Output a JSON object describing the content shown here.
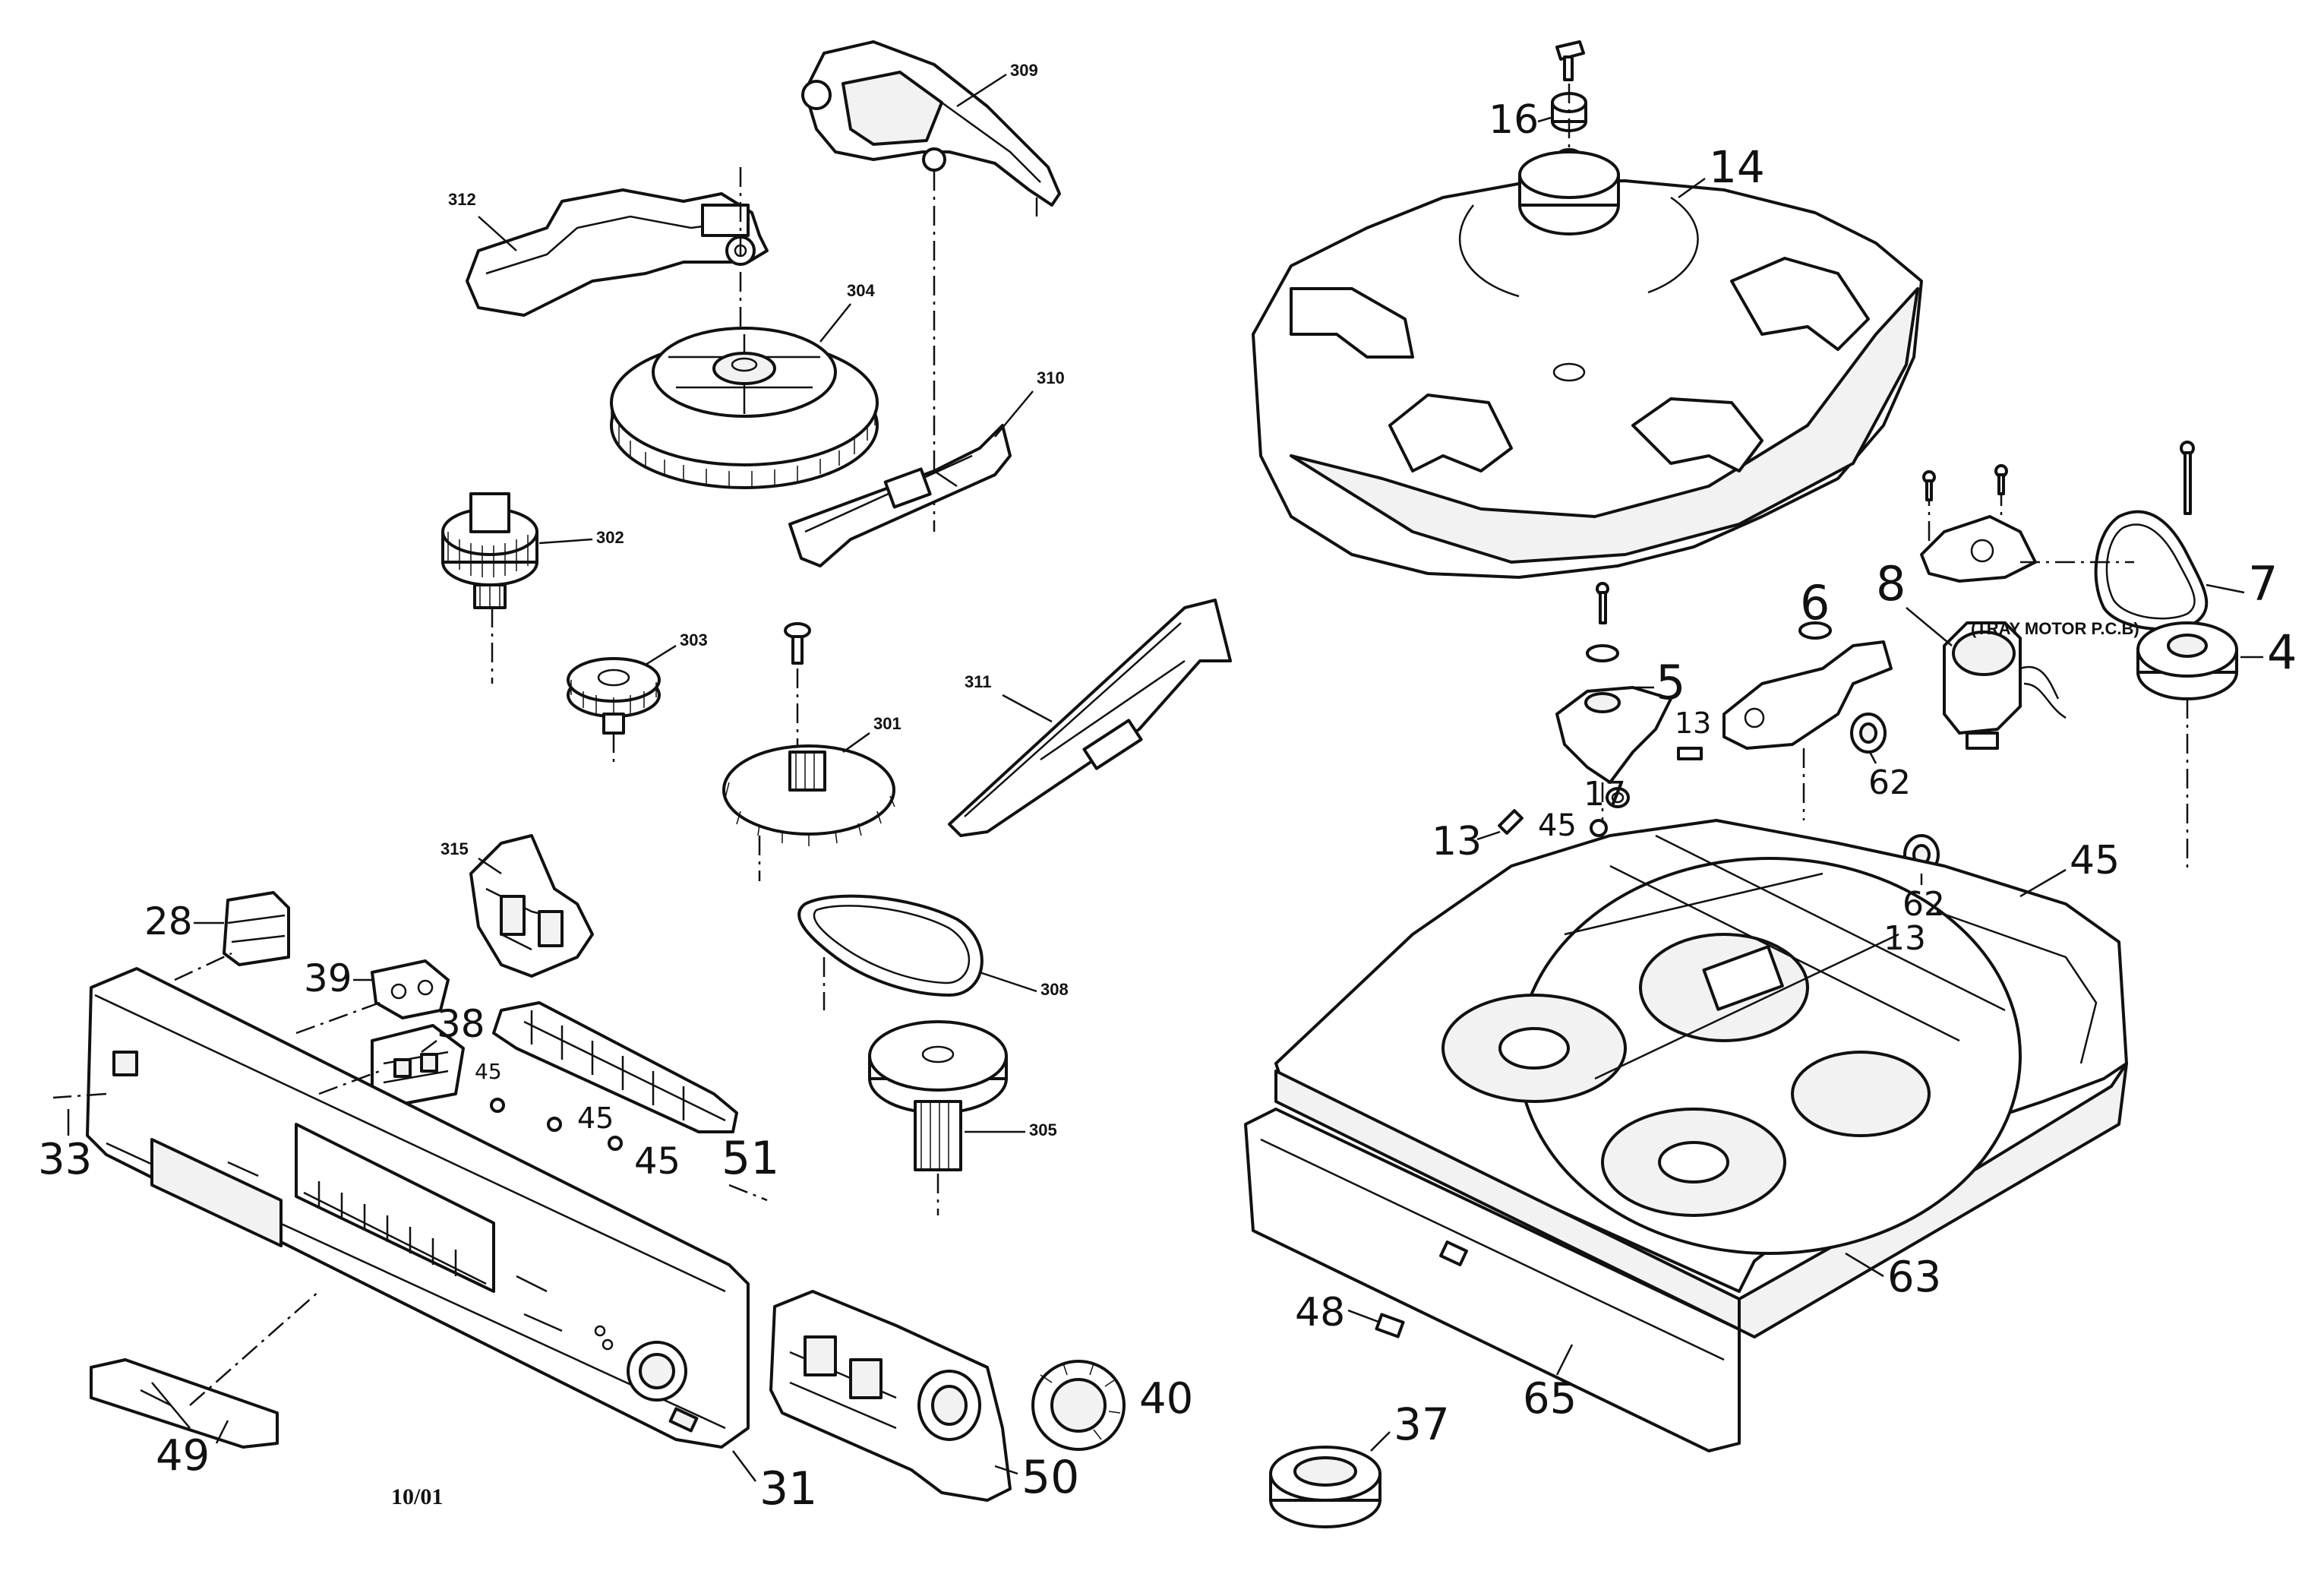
{
  "diagram": {
    "footer_code": "10/01",
    "tray_motor_label": "(TRAY MOTOR P.C.B)",
    "callouts_mechanism": [
      "309",
      "312",
      "304",
      "310",
      "302",
      "303",
      "301",
      "311",
      "315",
      "308",
      "305"
    ],
    "callouts_front_panel": [
      "28",
      "39",
      "38",
      "45",
      "45",
      "45",
      "33",
      "51",
      "49",
      "31",
      "50",
      "40"
    ],
    "callouts_tray": [
      "16",
      "14",
      "7",
      "8",
      "4",
      "6",
      "5",
      "13",
      "17",
      "13",
      "45",
      "62",
      "62",
      "45",
      "13",
      "48",
      "63",
      "65",
      "37"
    ]
  }
}
